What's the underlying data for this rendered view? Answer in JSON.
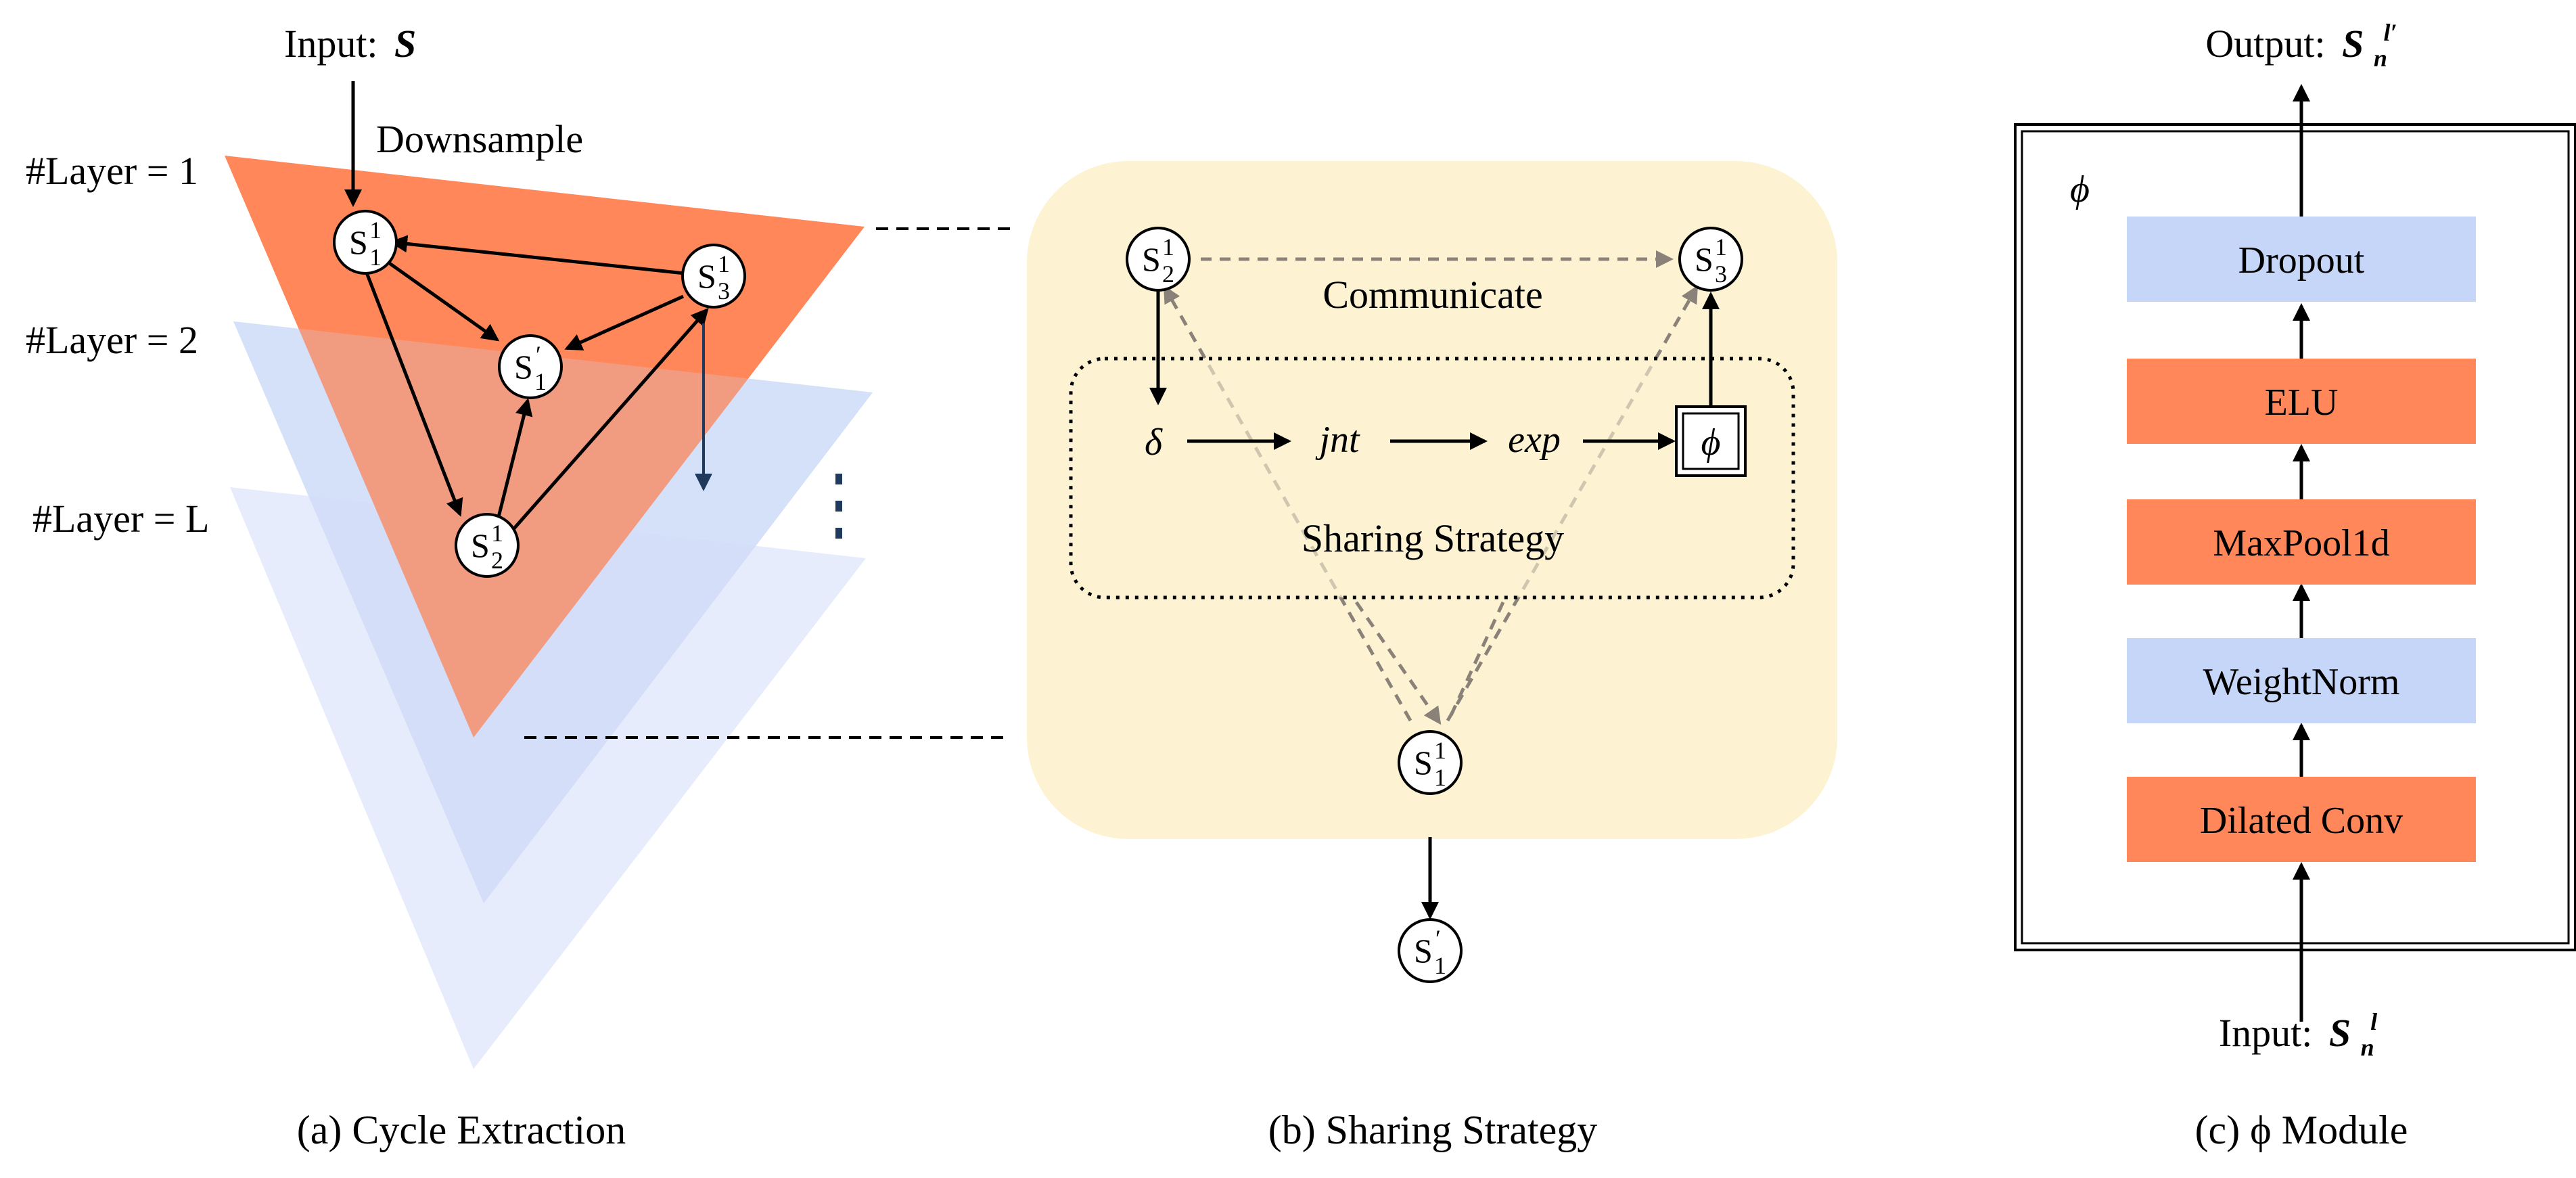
{
  "panel_a": {
    "input_label": "Input:",
    "input_symbol": "S",
    "downsample_label": "Downsample",
    "layer_labels": [
      "#Layer = 1",
      "#Layer = 2",
      "#Layer = L"
    ],
    "nodes": {
      "s11": {
        "base": "S",
        "sup": "1",
        "sub": "1"
      },
      "s13": {
        "base": "S",
        "sup": "1",
        "sub": "3"
      },
      "s1p": {
        "base": "S",
        "sup": "′",
        "sub": "1"
      },
      "s12": {
        "base": "S",
        "sup": "1",
        "sub": "2"
      }
    },
    "dots": "⋮",
    "caption": "(a) Cycle Extraction",
    "colors": {
      "triangle": "#FF875A",
      "layer": "#DCE6FC"
    }
  },
  "panel_b": {
    "communicate_label": "Communicate",
    "sharing_label": "Sharing Strategy",
    "pipeline": [
      "δ",
      "jnt",
      "exp",
      "ϕ"
    ],
    "nodes": {
      "s12": {
        "base": "S",
        "sup": "1",
        "sub": "2"
      },
      "s13": {
        "base": "S",
        "sup": "1",
        "sub": "3"
      },
      "s11": {
        "base": "S",
        "sup": "1",
        "sub": "1"
      },
      "s1p": {
        "base": "S",
        "sup": "′",
        "sub": "1"
      }
    },
    "caption": "(b) Sharing Strategy",
    "colors": {
      "panel_bg": "#FDF3D3"
    }
  },
  "panel_c": {
    "output_label": "Output:",
    "output_symbol": "S",
    "output_sub": "n",
    "output_sup": "l′",
    "module_symbol": "ϕ",
    "layers": [
      "Dropout",
      "ELU",
      "MaxPool1d",
      "WeightNorm",
      "Dilated Conv"
    ],
    "layer_colors": [
      "#C6D6F8",
      "#FF875A",
      "#FF875A",
      "#C6D6F8",
      "#FF875A"
    ],
    "input_label": "Input:",
    "input_symbol": "S",
    "input_sub": "n",
    "input_sup": "l",
    "caption": "(c) ϕ Module"
  }
}
